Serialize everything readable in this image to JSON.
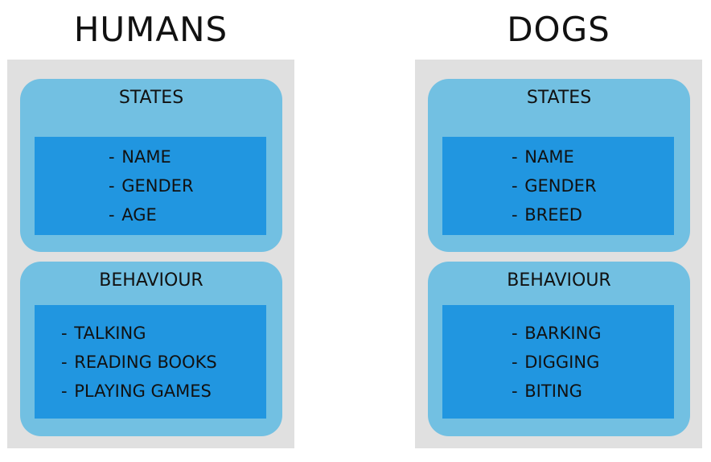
{
  "humans": {
    "title": "HUMANS",
    "states": {
      "title": "STATES",
      "items": [
        "NAME",
        "GENDER",
        "AGE"
      ]
    },
    "behaviour": {
      "title": "BEHAVIOUR",
      "items": [
        "TALKING",
        "READING BOOKS",
        "PLAYING GAMES"
      ]
    }
  },
  "dogs": {
    "title": "DOGS",
    "states": {
      "title": "STATES",
      "items": [
        "NAME",
        "GENDER",
        "BREED"
      ]
    },
    "behaviour": {
      "title": "BEHAVIOUR",
      "items": [
        "BARKING",
        "DIGGING",
        "BITING"
      ]
    }
  },
  "bullet": "- ",
  "colors": {
    "panel": "#e0e0e0",
    "card": "#72c0e2",
    "inner": "#2196e0",
    "text": "#111111"
  }
}
